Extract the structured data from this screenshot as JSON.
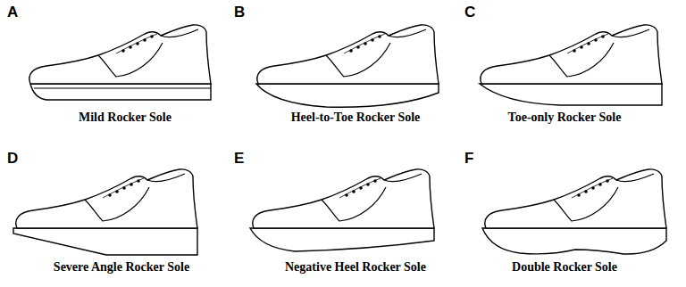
{
  "diagram": {
    "labels": [
      "A",
      "Mild Rocker Sole",
      "B",
      "Heel-to-Toe Rocker Sole",
      "C",
      "Toe-only Rocker Sole",
      "D",
      "Severe Angle Rocker Sole",
      "E",
      "Negative Heel Rocker Sole",
      "F",
      "Double Rocker Sole"
    ]
  }
}
